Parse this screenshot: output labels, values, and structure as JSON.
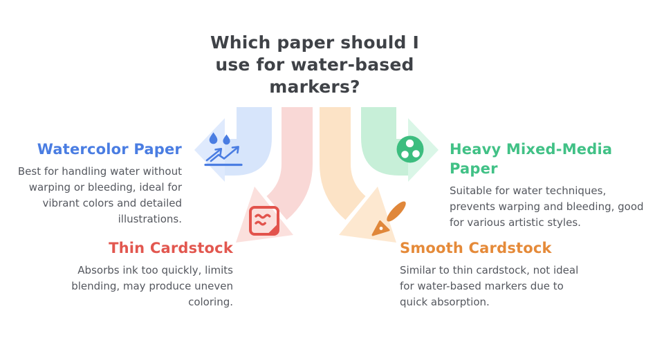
{
  "title": "Which paper should I\nuse for water-based\nmarkers?",
  "colors": {
    "title_text": "#3f4247",
    "body_text": "#54575e",
    "watercolor_accent": "#4a7de2",
    "watercolor_arrow_band": "#d7e5fb",
    "watercolor_arrow_head": "#dfeafd",
    "heavy_accent": "#41c186",
    "heavy_arrow_band": "#c7efd8",
    "heavy_arrow_head": "#daf6e7",
    "thin_accent": "#e2574f",
    "thin_arrow_band": "#f9d8d6",
    "thin_arrow_head": "#fbe0dd",
    "smooth_accent": "#e58a39",
    "smooth_arrow_band": "#fce3c6",
    "smooth_arrow_head": "#fde8d0"
  },
  "options": [
    {
      "heading": "Watercolor Paper",
      "body": "Best for handling water without\nwarping or bleeding, ideal for\nvibrant colors and detailed\nillustrations.",
      "icon": "water-repellent-icon"
    },
    {
      "heading": "Heavy Mixed-Media Paper",
      "body": "Suitable for water techniques,\nprevents warping and bleeding, good\nfor various artistic styles.",
      "icon": "media-dots-icon"
    },
    {
      "heading": "Thin Cardstock",
      "body": "Absorbs ink too quickly, limits\nblending, may produce uneven\ncoloring.",
      "icon": "note-icon"
    },
    {
      "heading": "Smooth Cardstock",
      "body": "Similar to thin cardstock, not ideal\nfor water-based markers due to\nquick absorption.",
      "icon": "pen-icon"
    }
  ]
}
